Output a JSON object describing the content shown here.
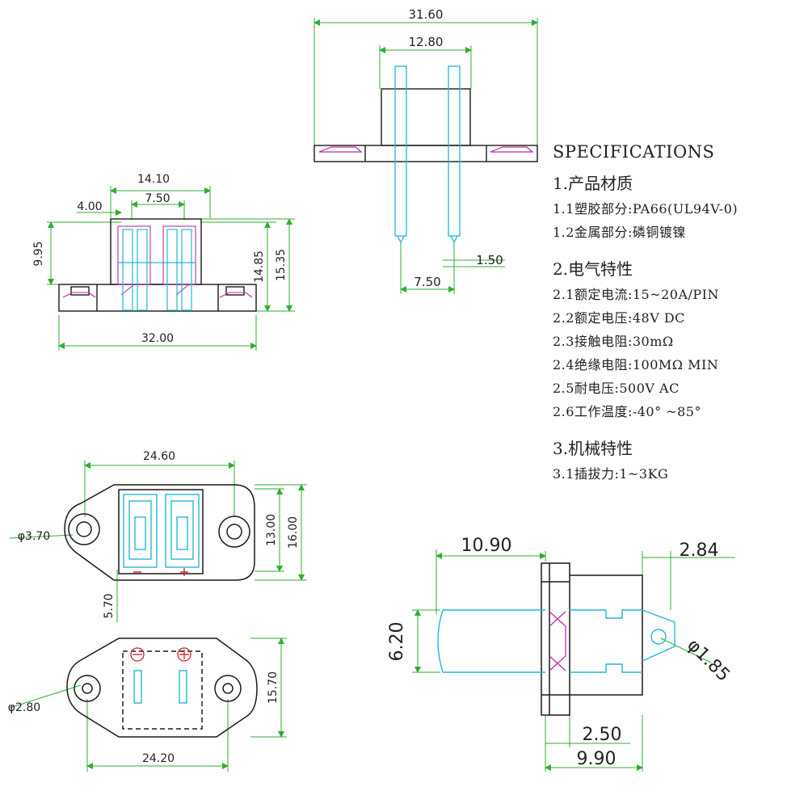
{
  "dimensions": {
    "top_overall_width": "31.60",
    "top_inner_width": "12.80",
    "top_pin_pitch": "7.50",
    "top_pin_width": "1.50",
    "left_width": "14.10",
    "left_pitch": "7.50",
    "left_offset": "4.00",
    "left_height_a": "9.95",
    "left_height_b": "14.85",
    "left_height_c": "15.35",
    "left_base_width": "32.00",
    "mid_width": "24.60",
    "mid_hole_dia": "φ3.70",
    "mid_height_a": "13.00",
    "mid_height_b": "16.00",
    "mid_offset": "5.70",
    "bot_hole_dia": "φ2.80",
    "bot_height": "15.70",
    "bot_width": "24.20",
    "side_len": "10.90",
    "side_tab": "2.84",
    "side_dia": "6.20",
    "side_hole": "φ1.85",
    "side_flange": "2.50",
    "side_body": "9.90"
  },
  "specifications": {
    "title": "SPECIFICATIONS",
    "section1": "1.产品材质",
    "s1_1": "1.1塑胶部分:PA66(UL94V-0)",
    "s1_2": "1.2金属部分:磷铜镀镍",
    "section2": "2.电气特性",
    "s2_1": "2.1额定电流:15~20A/PIN",
    "s2_2": "2.2额定电压:48V DC",
    "s2_3": "2.3接触电阻:30mΩ",
    "s2_4": "2.4绝缘电阻:100MΩ MIN",
    "s2_5": "2.5耐电压:500V AC",
    "s2_6": "2.6工作温度:-40° ~85°",
    "section3": "3.机械特性",
    "s3_1": "3.1插拔力:1~3KG"
  },
  "colors": {
    "outline": "#1a1a1a",
    "dimension": "#2fae2f",
    "contact": "#21b8d8",
    "insulator": "#c02aa8",
    "marker": "#d0202a"
  }
}
